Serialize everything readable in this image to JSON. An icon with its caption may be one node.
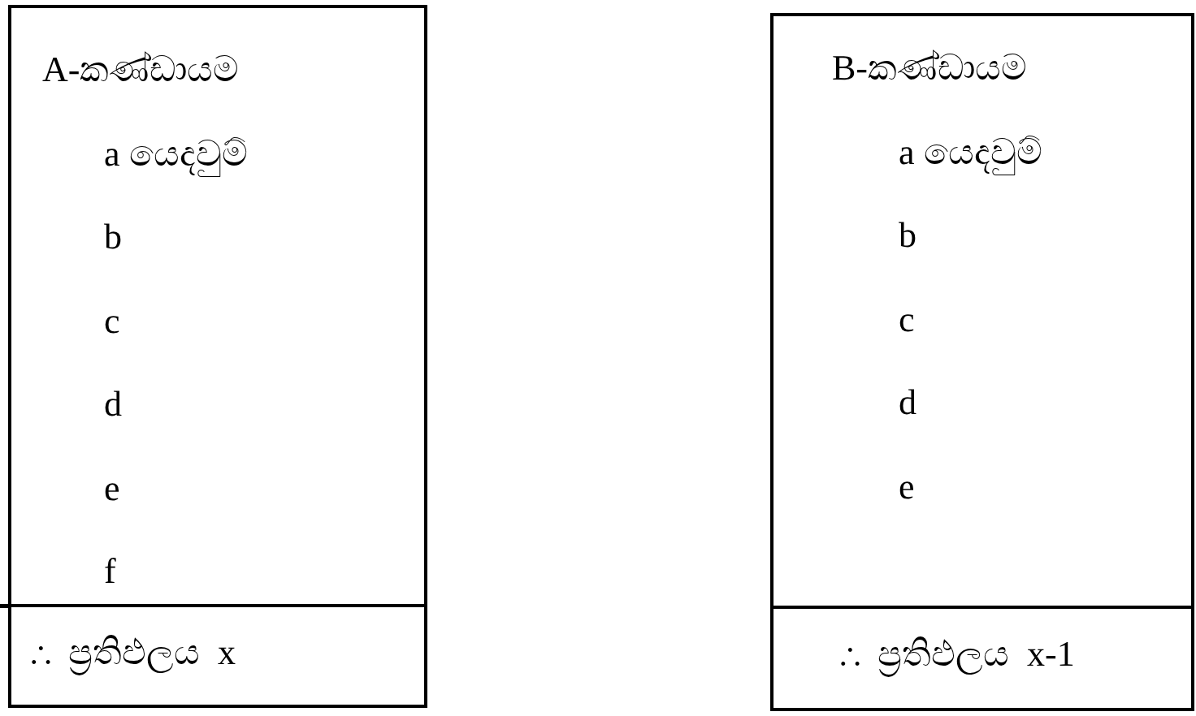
{
  "diagram": {
    "nodes": [
      {
        "text": [
          "A-කණ්ඩායම",
          "a යෙදවුම්",
          "b",
          "c",
          "d",
          "e",
          "f"
        ]
      },
      {
        "text": [
          "∴  ප්‍රතිඵලය  x"
        ]
      },
      {
        "text": [
          "B-කණ්ඩායම",
          "a යෙදවුම්",
          "b",
          "c",
          "d",
          "e"
        ]
      },
      {
        "text": [
          "∴  ප්‍රතිඵලය  x-1"
        ]
      }
    ]
  }
}
